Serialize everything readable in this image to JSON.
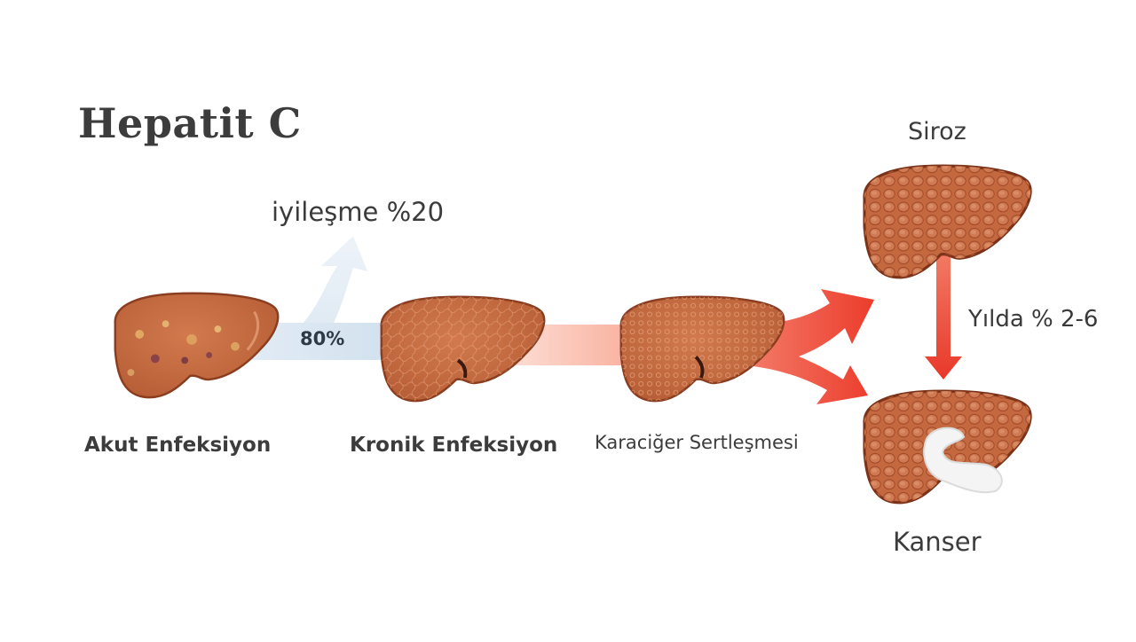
{
  "title": "Hepatit C",
  "recovery_label": "iyileşme %20",
  "chronic_rate_label": "80%",
  "stages": {
    "acute": "Akut Enfeksiyon",
    "chronic": "Kronik Enfeksiyon",
    "fibrosis": "Karaciğer Sertleşmesi",
    "cirrhosis": "Siroz",
    "cancer": "Kanser"
  },
  "annual_rate_label": "Yılda % 2-6",
  "colors": {
    "liver_fill": "#c4683f",
    "liver_outline": "#8a3d1f",
    "recovery_arrow": "#d9e6f2",
    "progression_arrow": "#ef4a3a"
  },
  "icons": [
    "acute-liver-icon",
    "chronic-liver-icon",
    "fibrosis-liver-icon",
    "cirrhosis-liver-icon",
    "cancer-liver-icon"
  ]
}
